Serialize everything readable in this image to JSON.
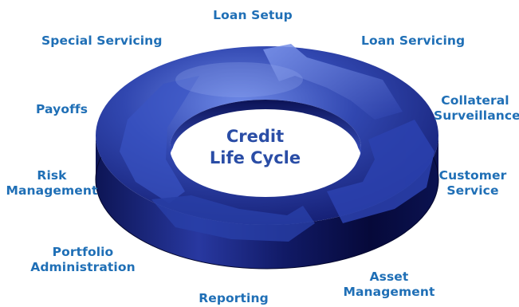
{
  "diagram": {
    "center": {
      "line1": "Credit",
      "line2": "Life Cycle"
    },
    "stages": {
      "loan_setup": "Loan Setup",
      "loan_servicing": "Loan Servicing",
      "collateral_l1": "Collateral",
      "collateral_l2": "Surveillance",
      "customer_l1": "Customer",
      "customer_l2": "Service",
      "asset_l1": "Asset",
      "asset_l2": "Management",
      "reporting": "Reporting",
      "portfolio_l1": "Portfolio",
      "portfolio_l2": "Administration",
      "risk_l1": "Risk",
      "risk_l2": "Management",
      "payoffs": "Payoffs",
      "special_servicing": "Special Servicing"
    },
    "colors": {
      "label": "#1f6fb6",
      "center_text": "#2a4da6",
      "ring_light": "#5a78d8",
      "ring_dark": "#0b1460"
    }
  }
}
